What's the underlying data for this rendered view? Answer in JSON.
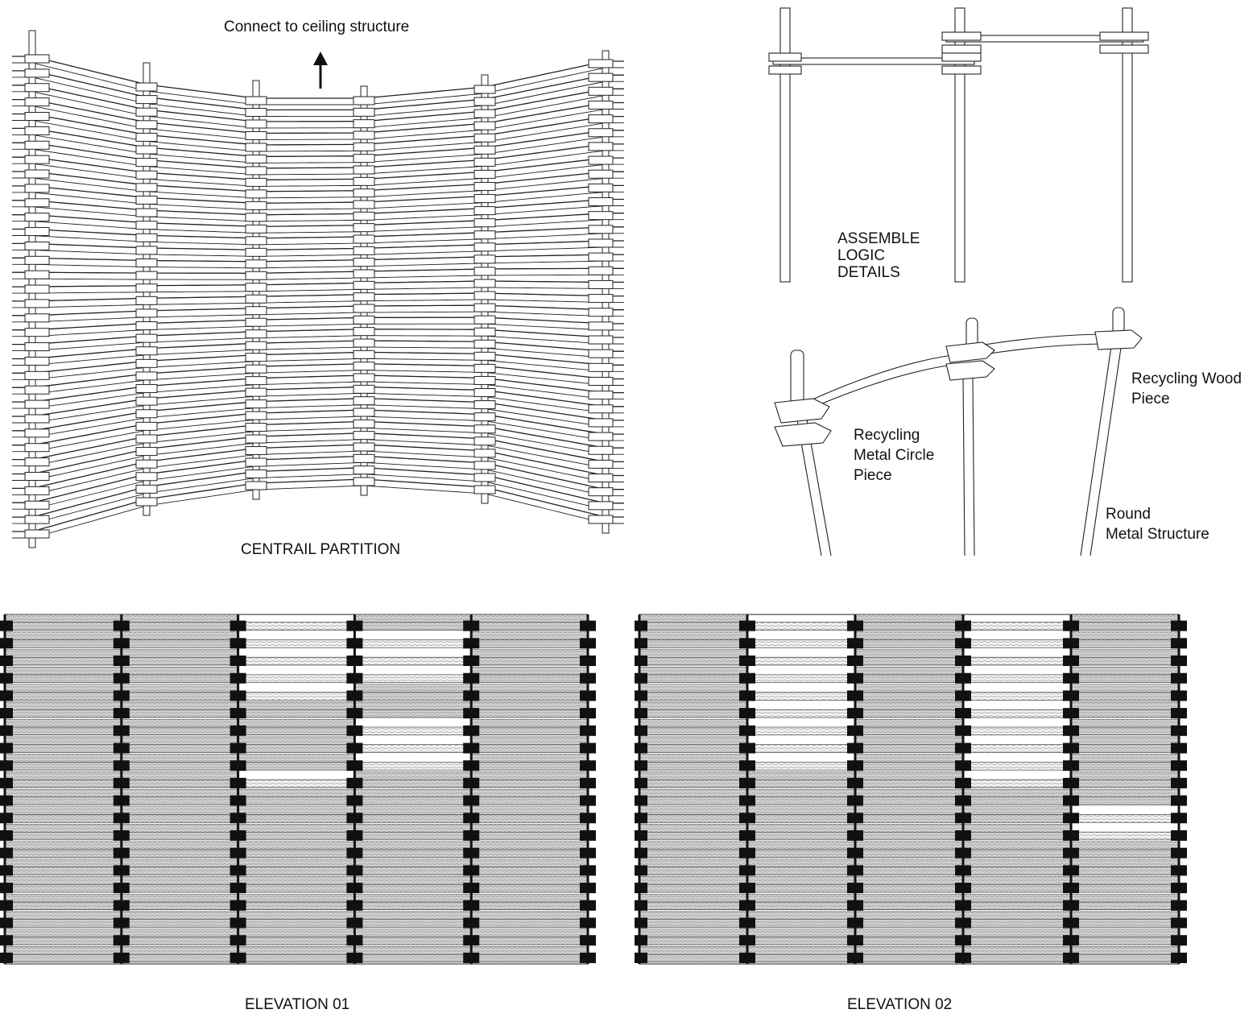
{
  "labels": {
    "ceiling_note": "Connect to ceiling structure",
    "partition_title": "CENTRAIL PARTITION",
    "assemble_title": "ASSEMBLE\nLOGIC\nDETAILS",
    "wood_piece": "Recycling Wood\nPiece",
    "metal_circle_piece": "Recycling\nMetal Circle\nPiece",
    "round_metal": "Round\nMetal Structure",
    "elevation_01": "ELEVATION 01",
    "elevation_02": "ELEVATION 02"
  },
  "colors": {
    "line": "#222222",
    "block": "#111111",
    "wood_fill": "#cfcfcf",
    "hatch": "#9a9a9a",
    "light_fill": "#f4f4f4",
    "paper": "#ffffff"
  },
  "partition": {
    "post_count": 6,
    "slat_count": 34
  },
  "elevation_01": {
    "module_count": 5,
    "open_cells": [
      [
        0,
        0,
        1,
        0,
        0
      ],
      [
        0,
        0,
        1,
        1,
        0
      ],
      [
        0,
        0,
        1,
        1,
        0
      ],
      [
        0,
        0,
        1,
        1,
        0
      ],
      [
        0,
        0,
        1,
        0,
        0
      ],
      [
        0,
        0,
        0,
        0,
        0
      ],
      [
        0,
        0,
        0,
        1,
        0
      ],
      [
        0,
        0,
        0,
        1,
        0
      ],
      [
        0,
        0,
        0,
        1,
        0
      ],
      [
        0,
        0,
        1,
        0,
        0
      ],
      [
        0,
        0,
        0,
        0,
        0
      ],
      [
        0,
        0,
        0,
        0,
        0
      ],
      [
        0,
        0,
        0,
        0,
        0
      ],
      [
        0,
        0,
        0,
        0,
        0
      ],
      [
        0,
        0,
        0,
        0,
        0
      ],
      [
        0,
        0,
        0,
        0,
        0
      ],
      [
        0,
        0,
        0,
        0,
        0
      ],
      [
        0,
        0,
        0,
        0,
        0
      ],
      [
        0,
        0,
        0,
        0,
        0
      ],
      [
        0,
        0,
        0,
        0,
        0
      ]
    ]
  },
  "elevation_02": {
    "module_count": 5,
    "open_cells": [
      [
        0,
        1,
        0,
        1,
        0
      ],
      [
        0,
        1,
        0,
        1,
        0
      ],
      [
        0,
        1,
        0,
        1,
        0
      ],
      [
        0,
        1,
        0,
        1,
        0
      ],
      [
        0,
        1,
        0,
        1,
        0
      ],
      [
        0,
        1,
        0,
        1,
        0
      ],
      [
        0,
        1,
        0,
        1,
        0
      ],
      [
        0,
        1,
        0,
        1,
        0
      ],
      [
        0,
        1,
        0,
        1,
        0
      ],
      [
        0,
        0,
        0,
        1,
        0
      ],
      [
        0,
        0,
        0,
        0,
        0
      ],
      [
        0,
        0,
        0,
        0,
        1
      ],
      [
        0,
        0,
        0,
        0,
        1
      ],
      [
        0,
        0,
        0,
        0,
        0
      ],
      [
        0,
        0,
        0,
        0,
        0
      ],
      [
        0,
        0,
        0,
        0,
        0
      ],
      [
        0,
        0,
        0,
        0,
        0
      ],
      [
        0,
        0,
        0,
        0,
        0
      ],
      [
        0,
        0,
        0,
        0,
        0
      ],
      [
        0,
        0,
        0,
        0,
        0
      ]
    ]
  }
}
